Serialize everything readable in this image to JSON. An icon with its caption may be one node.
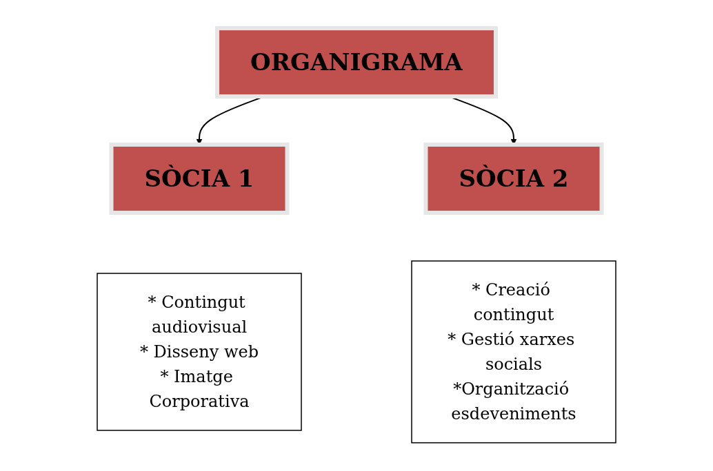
{
  "diagram": {
    "nodes": [
      {
        "text": [
          "ORGANIGRAMA"
        ]
      },
      {
        "text": [
          "SÒCIA 1"
        ]
      },
      {
        "text": [
          "SÒCIA 2"
        ]
      },
      {
        "text": [
          "* Contingut audiovisual",
          "* Disseny web",
          "* Imatge Corporativa"
        ]
      },
      {
        "text": [
          "* Creació contingut",
          "* Gestió xarxes socials",
          "*Organització esdeveniments"
        ]
      }
    ],
    "edges": [
      {
        "from": 0,
        "to": 1,
        "arrow": "to"
      },
      {
        "from": 0,
        "to": 2,
        "arrow": "to"
      }
    ]
  }
}
